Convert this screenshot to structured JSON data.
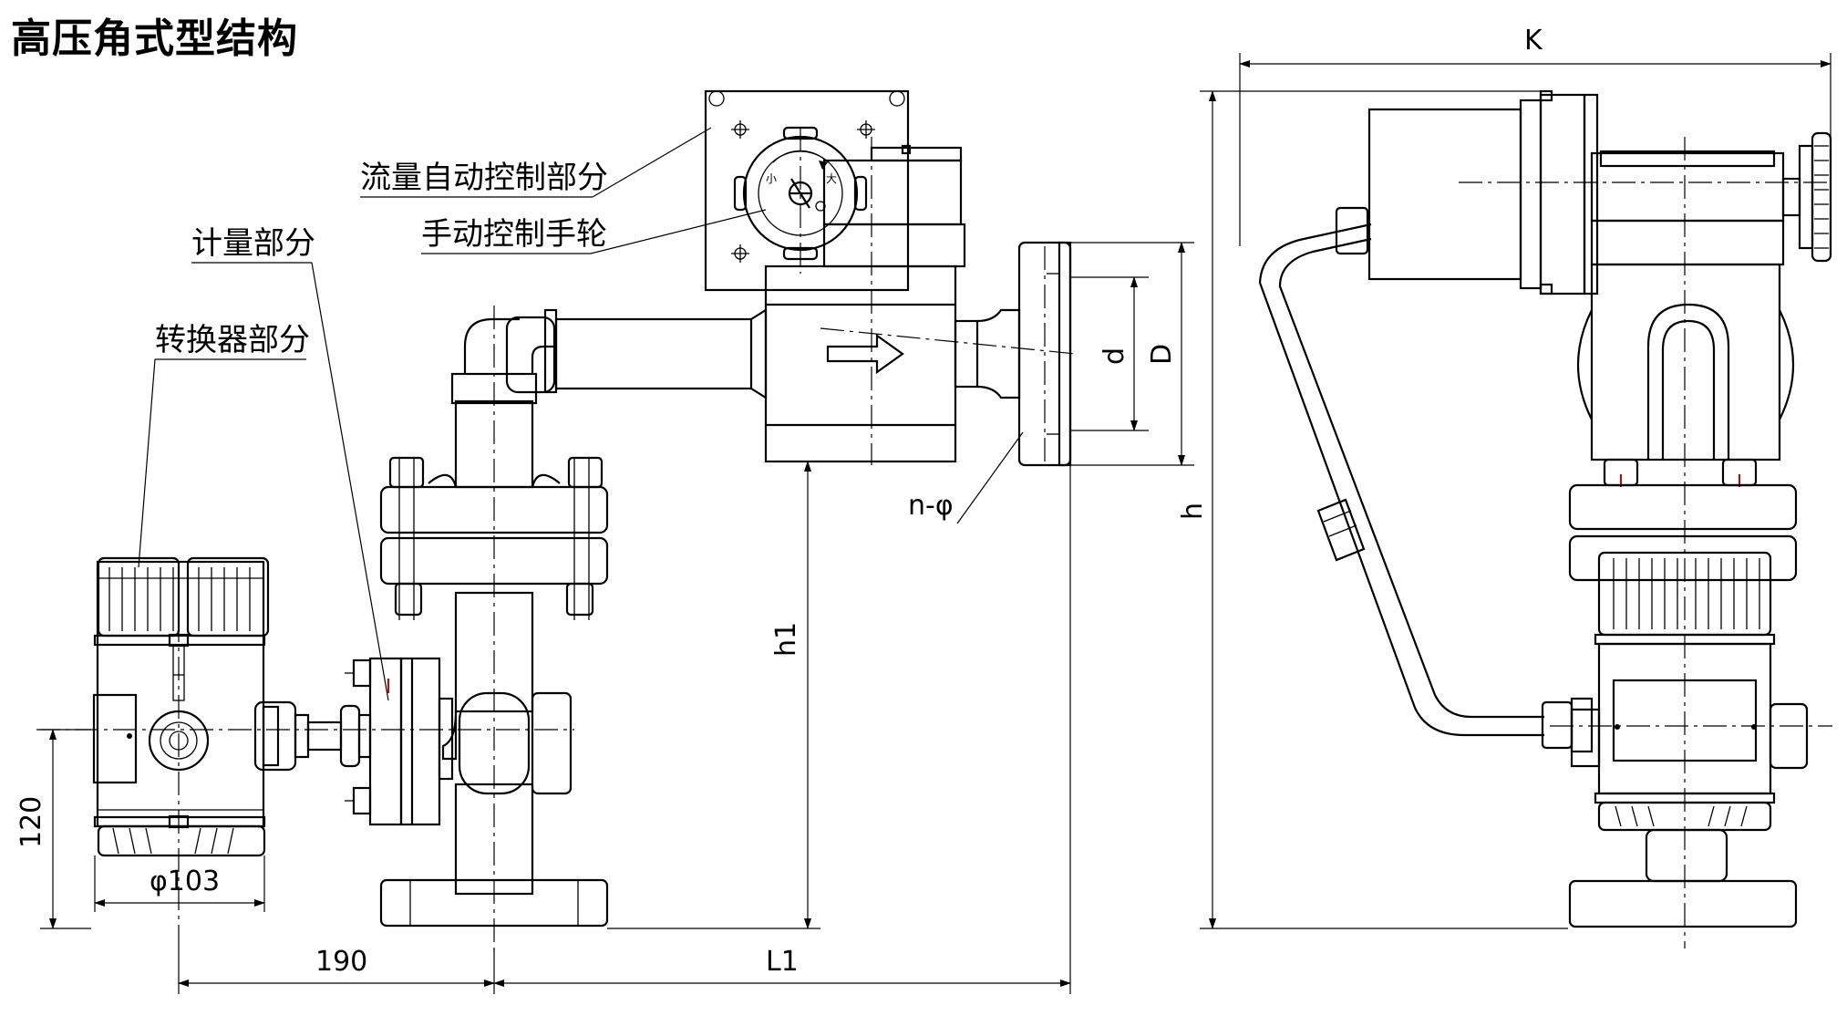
{
  "title": "高压角式型结构",
  "labels": {
    "flow_control": "流量自动控制部分",
    "handwheel": "手动控制手轮",
    "metering": "计量部分",
    "converter": "转换器部分"
  },
  "dimensions": {
    "d": "d",
    "D": "D",
    "n_phi": "n-φ",
    "h1": "h1",
    "h": "h",
    "K": "K",
    "dia_103": "φ103",
    "v120": "120",
    "h190": "190",
    "L1": "L1"
  },
  "dial_marks": {
    "small": "小",
    "large": "大"
  },
  "colors": {
    "line": "#000000",
    "background": "#ffffff",
    "accent": "#cc0000"
  }
}
